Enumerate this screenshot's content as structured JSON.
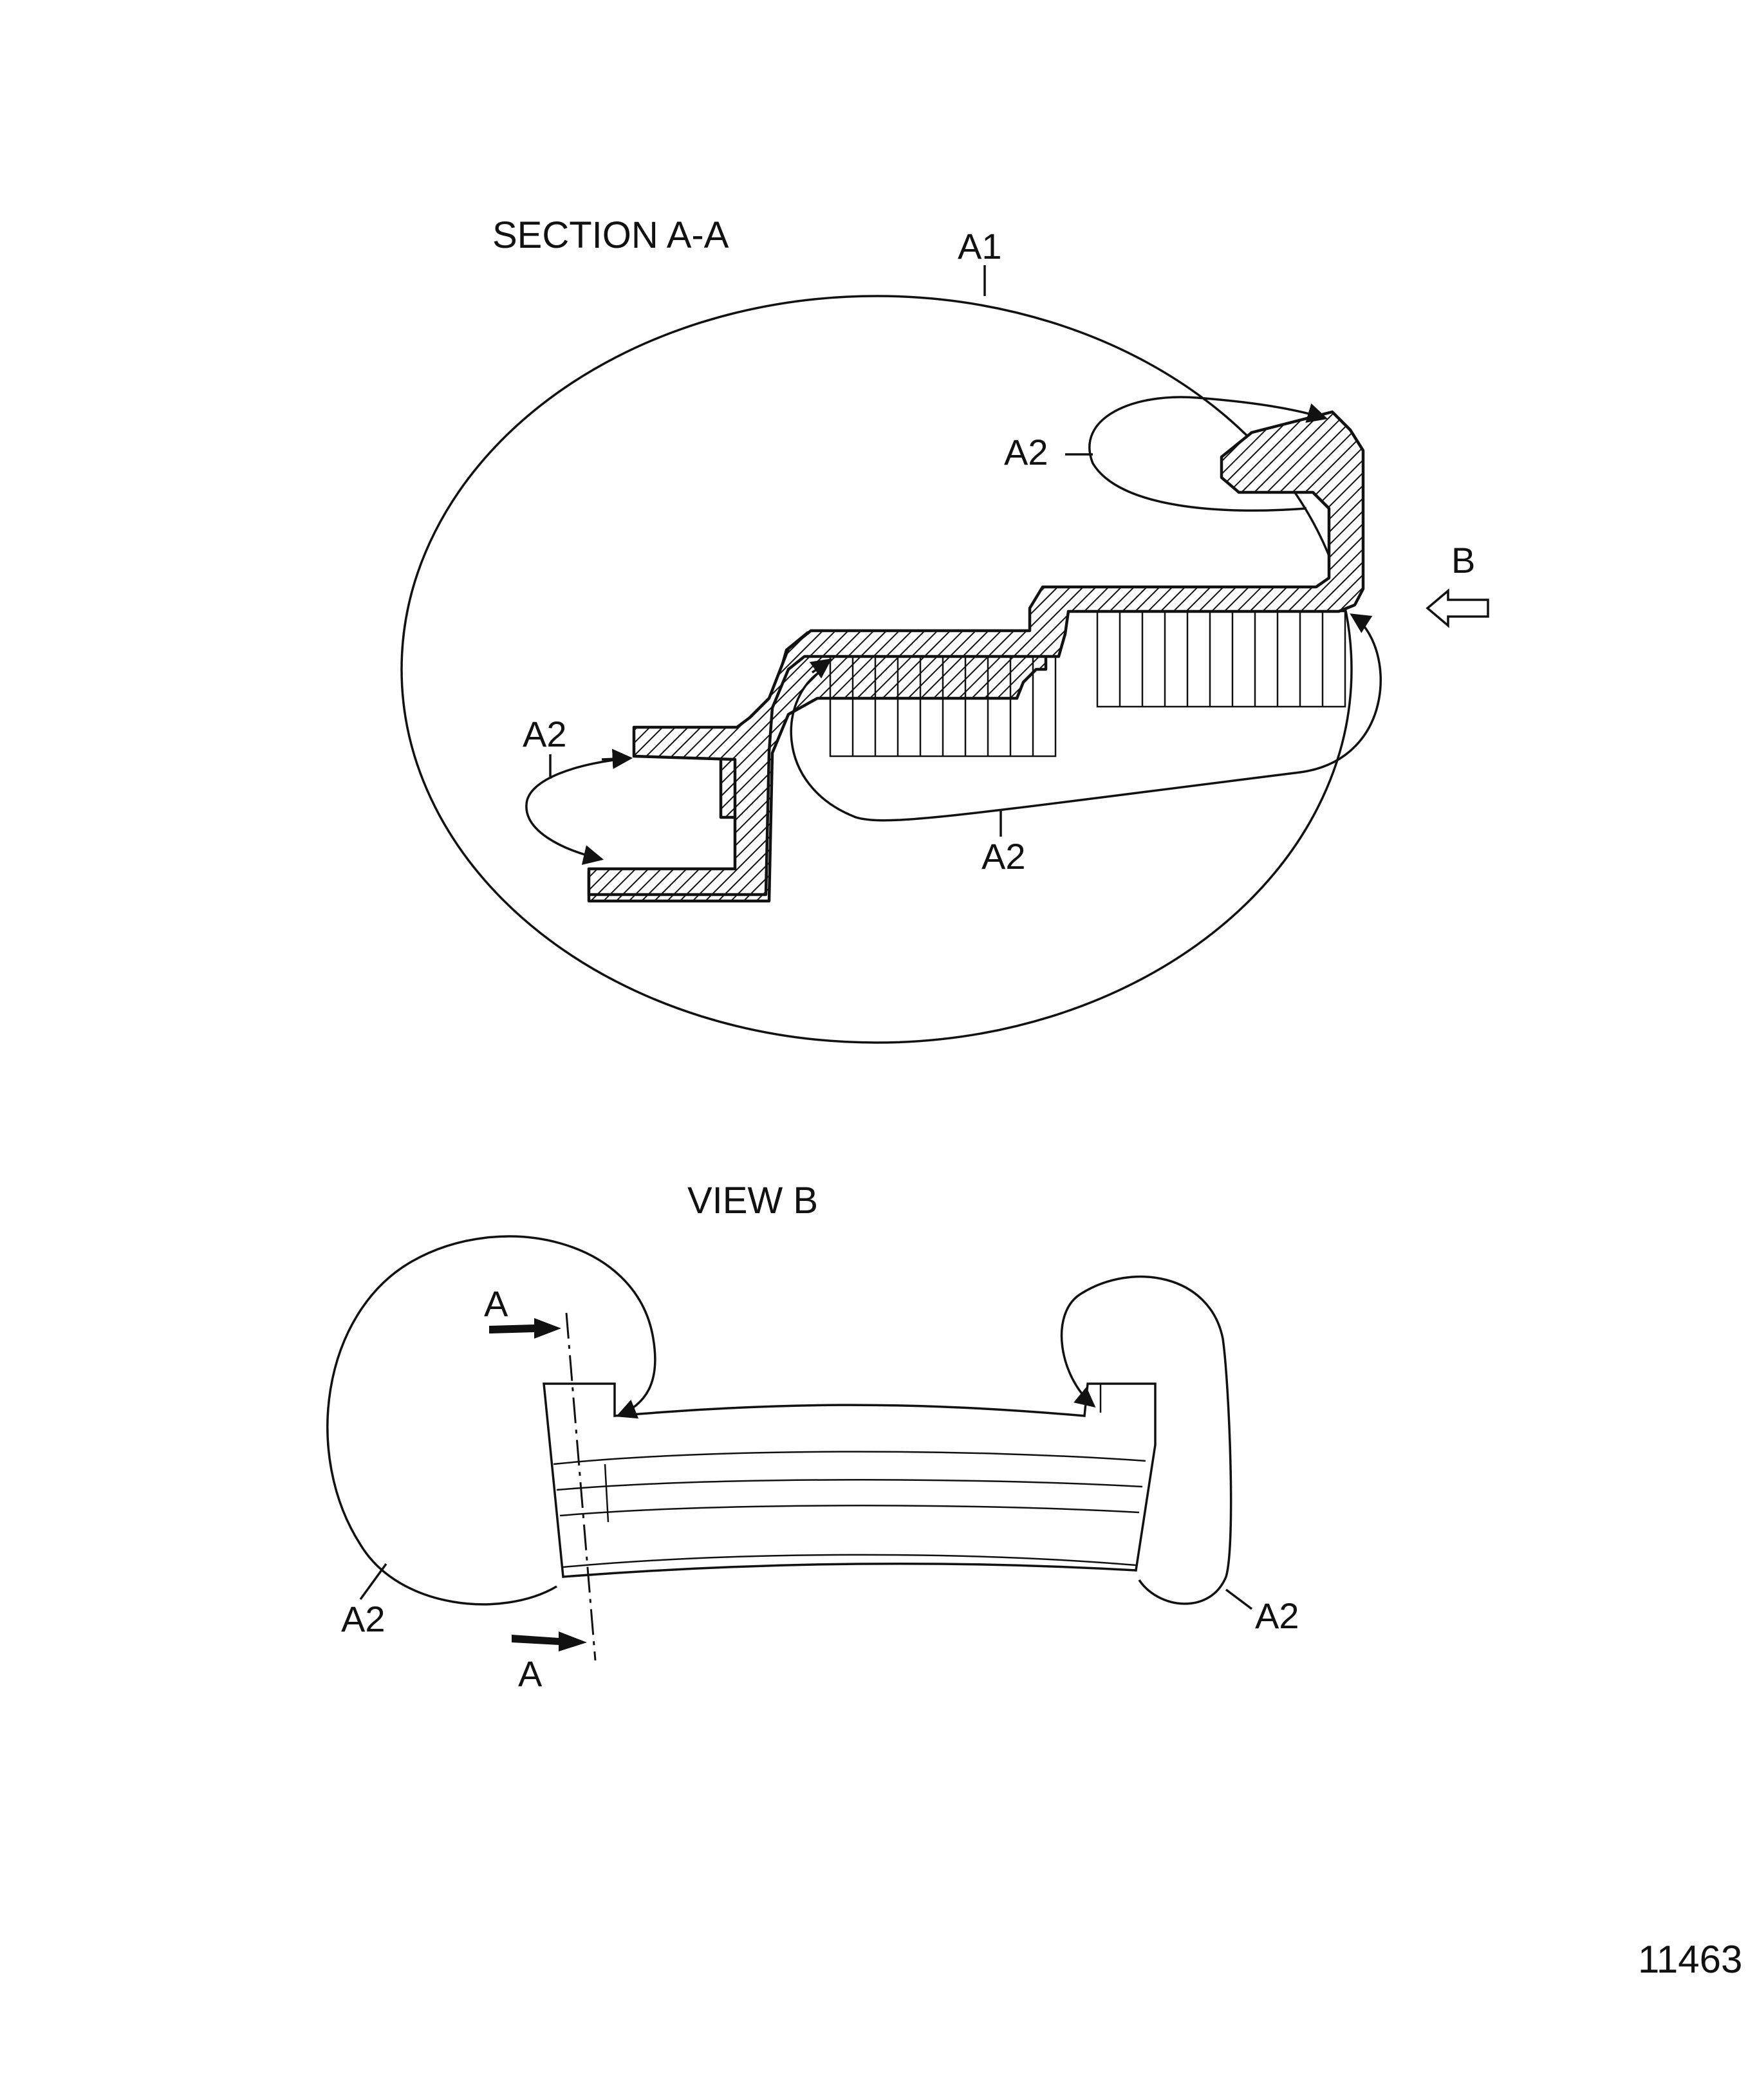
{
  "section_title": "SECTION A-A",
  "view_title": "VIEW B",
  "callouts": {
    "a1": "A1",
    "a2": "A2",
    "b": "B",
    "a": "A"
  },
  "figure_number": "11463",
  "colors": {
    "ink": "#111111",
    "paper": "#ffffff"
  }
}
